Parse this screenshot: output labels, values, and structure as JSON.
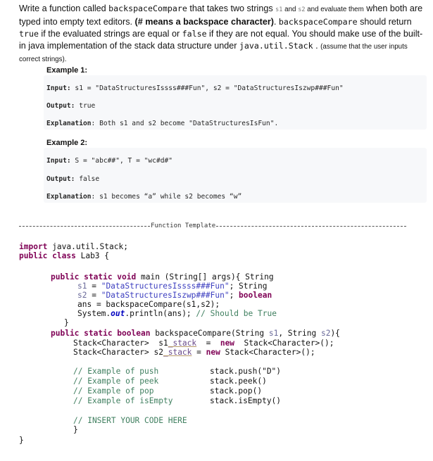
{
  "intro": {
    "p1": "Write a function called ",
    "fn_name": "backspaceCompare",
    "p2": " that takes two strings ",
    "s1": "s1",
    "and": " and ",
    "s2": "s2",
    "p3_small": " and evaluate them",
    "p4": " when both are typed into empty text editors. ",
    "bold": "(# means a backspace character)",
    "p5": ". ",
    "fn_name2": "backspaceCompare",
    "p6": " should return ",
    "true": "true",
    "p7": " if the evaluated strings are equal or ",
    "false": "false",
    "p8": " if they are not equal. You should make use of the built-in java implementation of the stack data structure under ",
    "pkg": "java.util.Stack",
    "p9": " . ",
    "note": "(assume that the user inputs correct strings)."
  },
  "examples": [
    {
      "title": "Example 1:",
      "input_label": "Input:",
      "input_value": " s1 = \"DataStructuresIssss###Fun\", s2 = \"DataStructuresIszwp###Fun\"",
      "output_label": "Output:",
      "output_value": " true",
      "explanation_label": "Explanation",
      "explanation_value": ": Both s1 and s2 become \"DataStructuresIsFun\"."
    },
    {
      "title": "Example 2:",
      "input_label": "Input:",
      "input_value": " S = \"abc##\", T = \"wc#d#\"",
      "output_label": "Output:",
      "output_value": " false",
      "explanation_label": "Explanation",
      "explanation_value": ": s1 becomes “a” while s2 becomes “w”"
    }
  ],
  "separator": {
    "label": "Function Template"
  },
  "code": {
    "import_kw": "import",
    "import_rest": " java.util.Stack;",
    "public_kw": "public",
    "class_kw": "class",
    "class_name": " Lab3 {",
    "main_sig_kw": "public static void",
    "main_sig_rest": " main (String[] args){ String",
    "s1_decl_name": "s1",
    "s1_decl_eq": " = ",
    "s1_decl_val": "\"DataStructuresIssss###Fun\"",
    "s1_decl_end": "; String",
    "s2_decl_name": "s2",
    "s2_decl_eq": " = ",
    "s2_decl_val": "\"DataStructuresIszwp###Fun\"",
    "s2_decl_end": "; ",
    "boolean_kw": "boolean",
    "ans_line": "ans = backspaceCompare(s1,s2);",
    "print_pre": "System.",
    "print_out": "out",
    "print_post": ".println(ans); ",
    "print_comment": "// Should be True",
    "close_main": "}",
    "bc_sig_kw": "public static boolean",
    "bc_sig_name": " backspaceCompare(String ",
    "bc_sig_s1": "s1",
    "bc_sig_mid": ", String ",
    "bc_sig_s2": "s2",
    "bc_sig_end": "){",
    "stack1_pre": "Stack<Character>  s1",
    "stack1_ul": "_stack",
    "stack1_eq": "  =  ",
    "stack1_new": "new",
    "stack1_post": "  Stack<Character>();",
    "stack2_pre": "Stack<Character> s2",
    "stack2_ul": "_stack",
    "stack2_eq": " = ",
    "stack2_new": "new",
    "stack2_post": " Stack<Character>();",
    "examples": [
      {
        "comment": "// Example of push",
        "call": "stack.push(\"D\")"
      },
      {
        "comment": "// Example of peek",
        "call": "stack.peek()"
      },
      {
        "comment": "// Example of pop",
        "call": "stack.pop()"
      },
      {
        "comment": "// Example of isEmpty",
        "call": "stack.isEmpty()"
      }
    ],
    "insert_comment": "// INSERT YOUR CODE HERE",
    "close_method": "}",
    "close_class": "}"
  }
}
